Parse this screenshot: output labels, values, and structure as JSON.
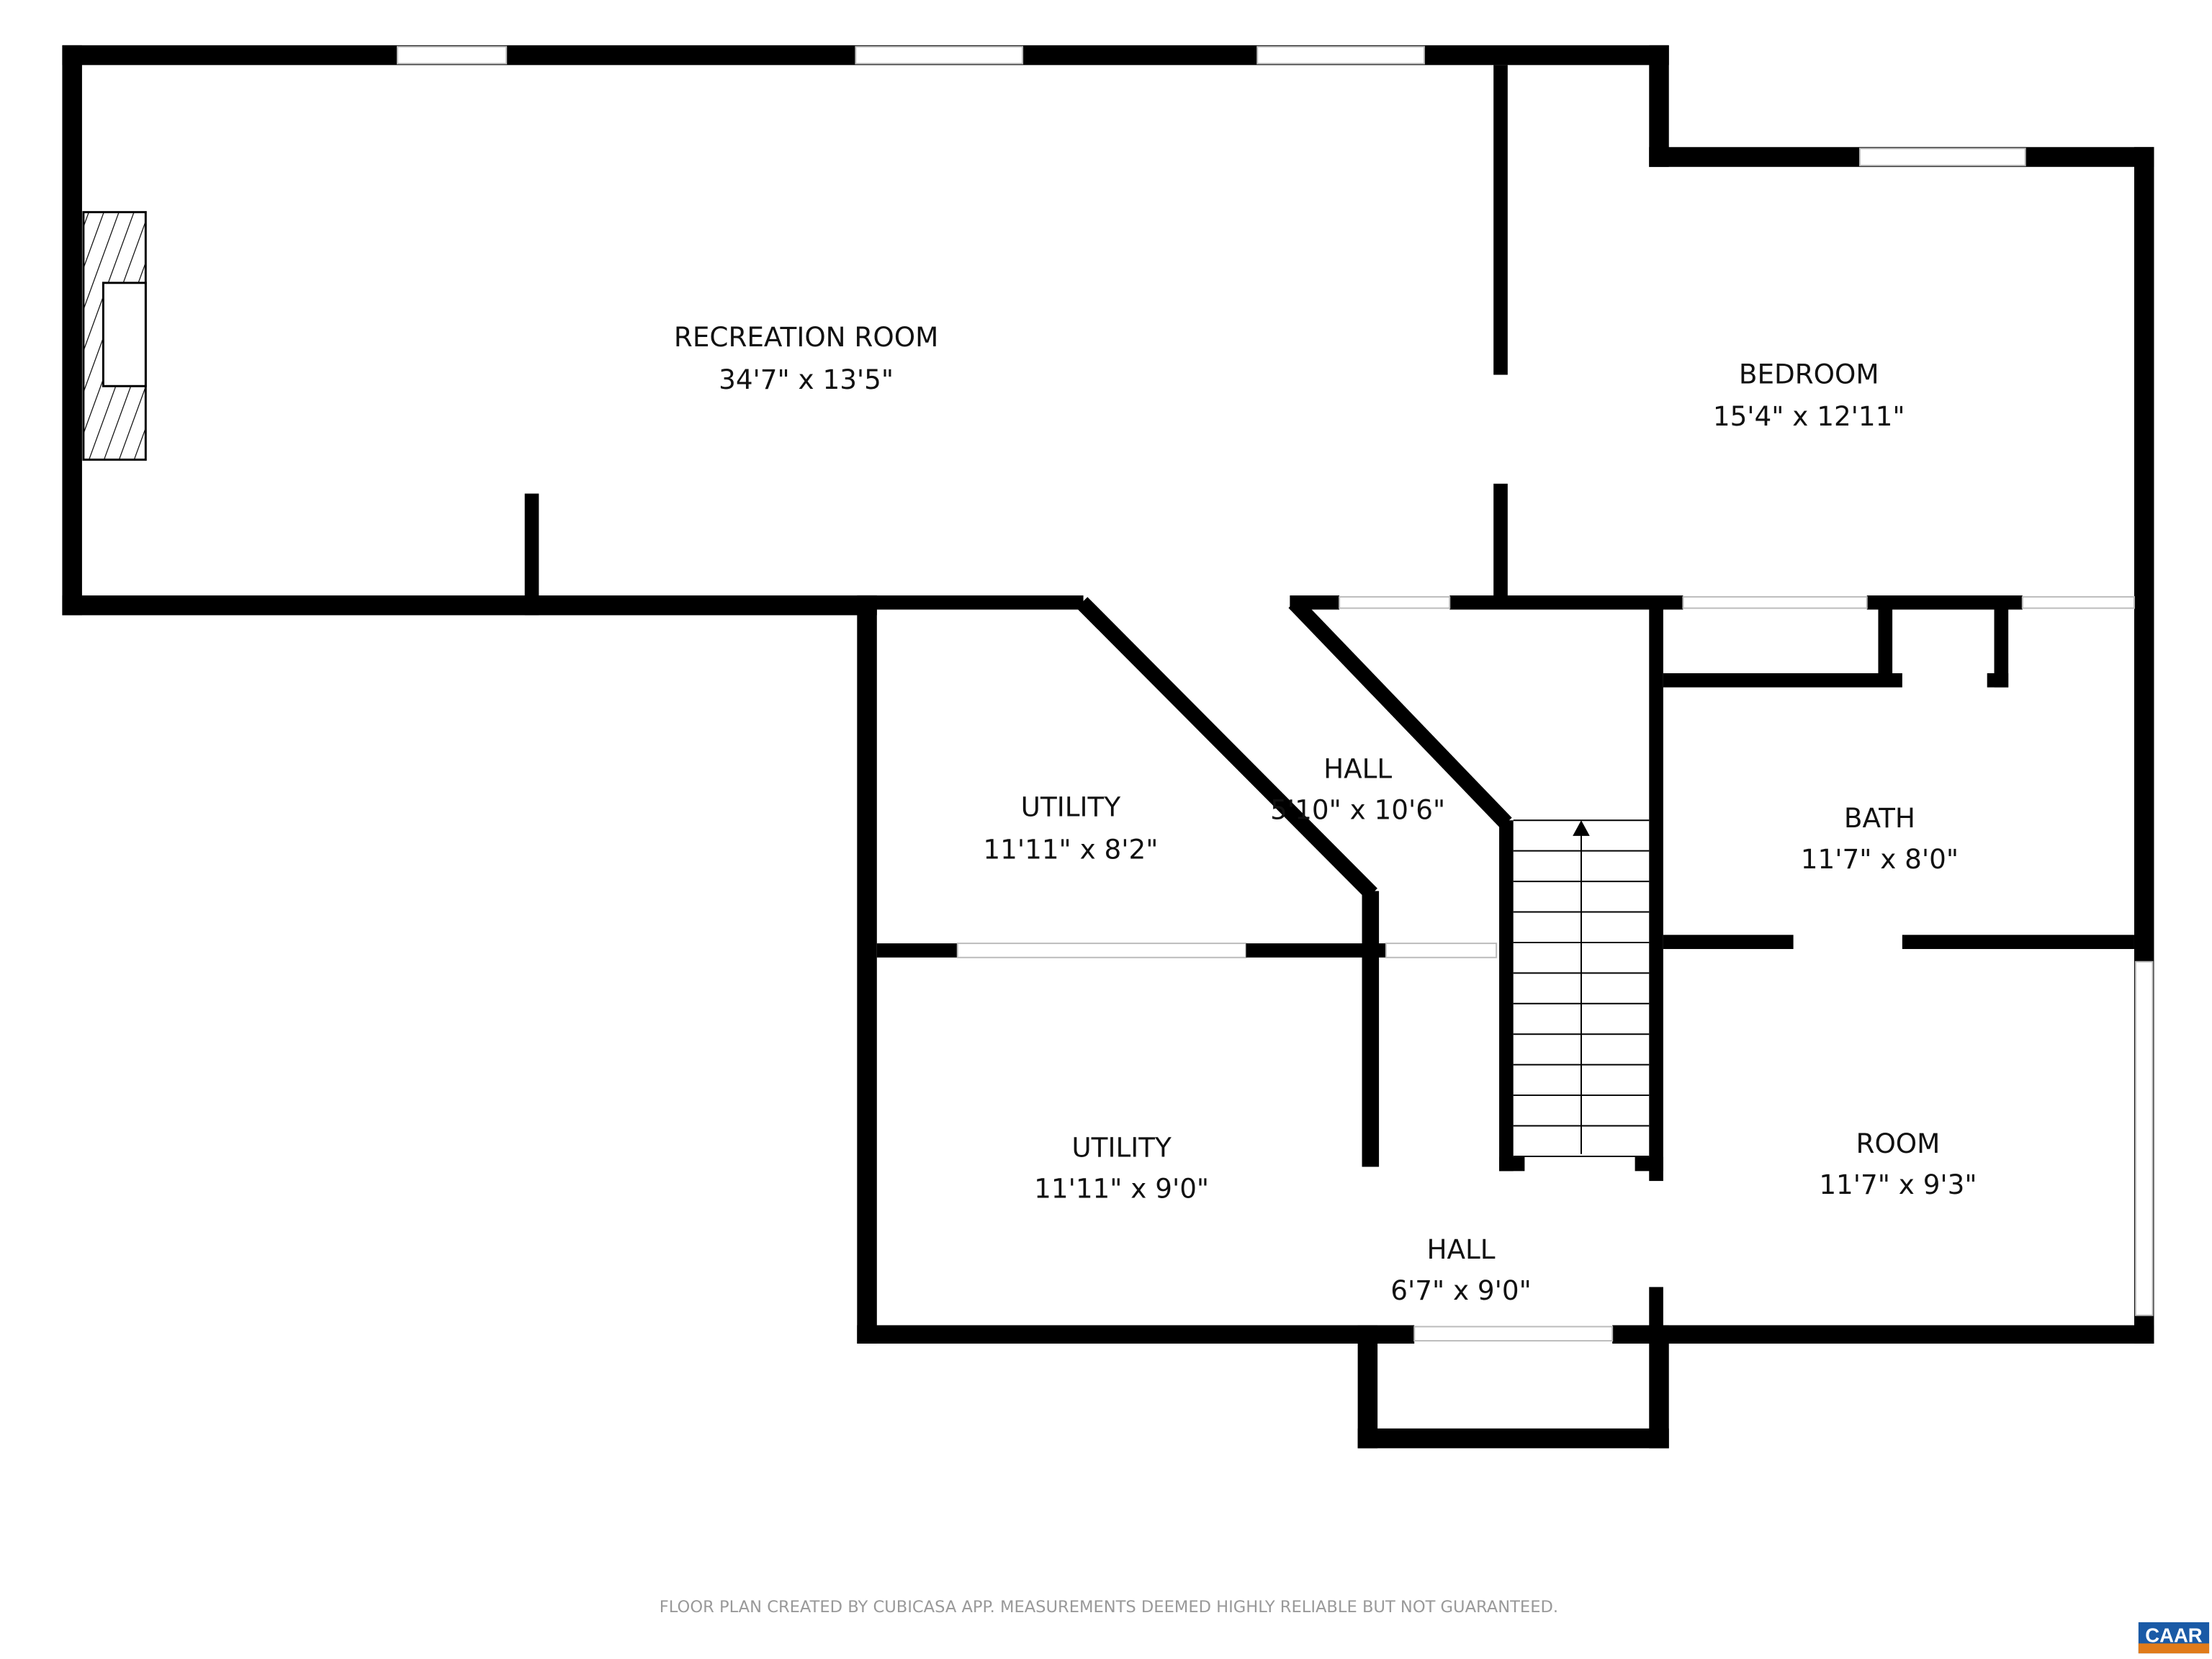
{
  "rooms": [
    {
      "name": "RECREATION ROOM",
      "size": "34'7\" x 13'5\""
    },
    {
      "name": "BEDROOM",
      "size": "15'4\" x 12'11\""
    },
    {
      "name": "UTILITY",
      "size": "11'11\" x 8'2\""
    },
    {
      "name": "HALL",
      "size": "5'10\" x 10'6\""
    },
    {
      "name": "BATH",
      "size": "11'7\" x 8'0\""
    },
    {
      "name": "UTILITY",
      "size": "11'11\" x 9'0\""
    },
    {
      "name": "ROOM",
      "size": "11'7\" x 9'3\""
    },
    {
      "name": "HALL",
      "size": "6'7\" x 9'0\""
    }
  ],
  "footer": "FLOOR PLAN CREATED BY CUBICASA APP. MEASUREMENTS DEEMED HIGHLY RELIABLE BUT NOT GUARANTEED.",
  "logo": {
    "text": "CAAR",
    "colors": {
      "blue": "#1a5aa6",
      "orange": "#e07b1a"
    }
  },
  "colors": {
    "wall": "#000000",
    "background": "#ffffff"
  }
}
